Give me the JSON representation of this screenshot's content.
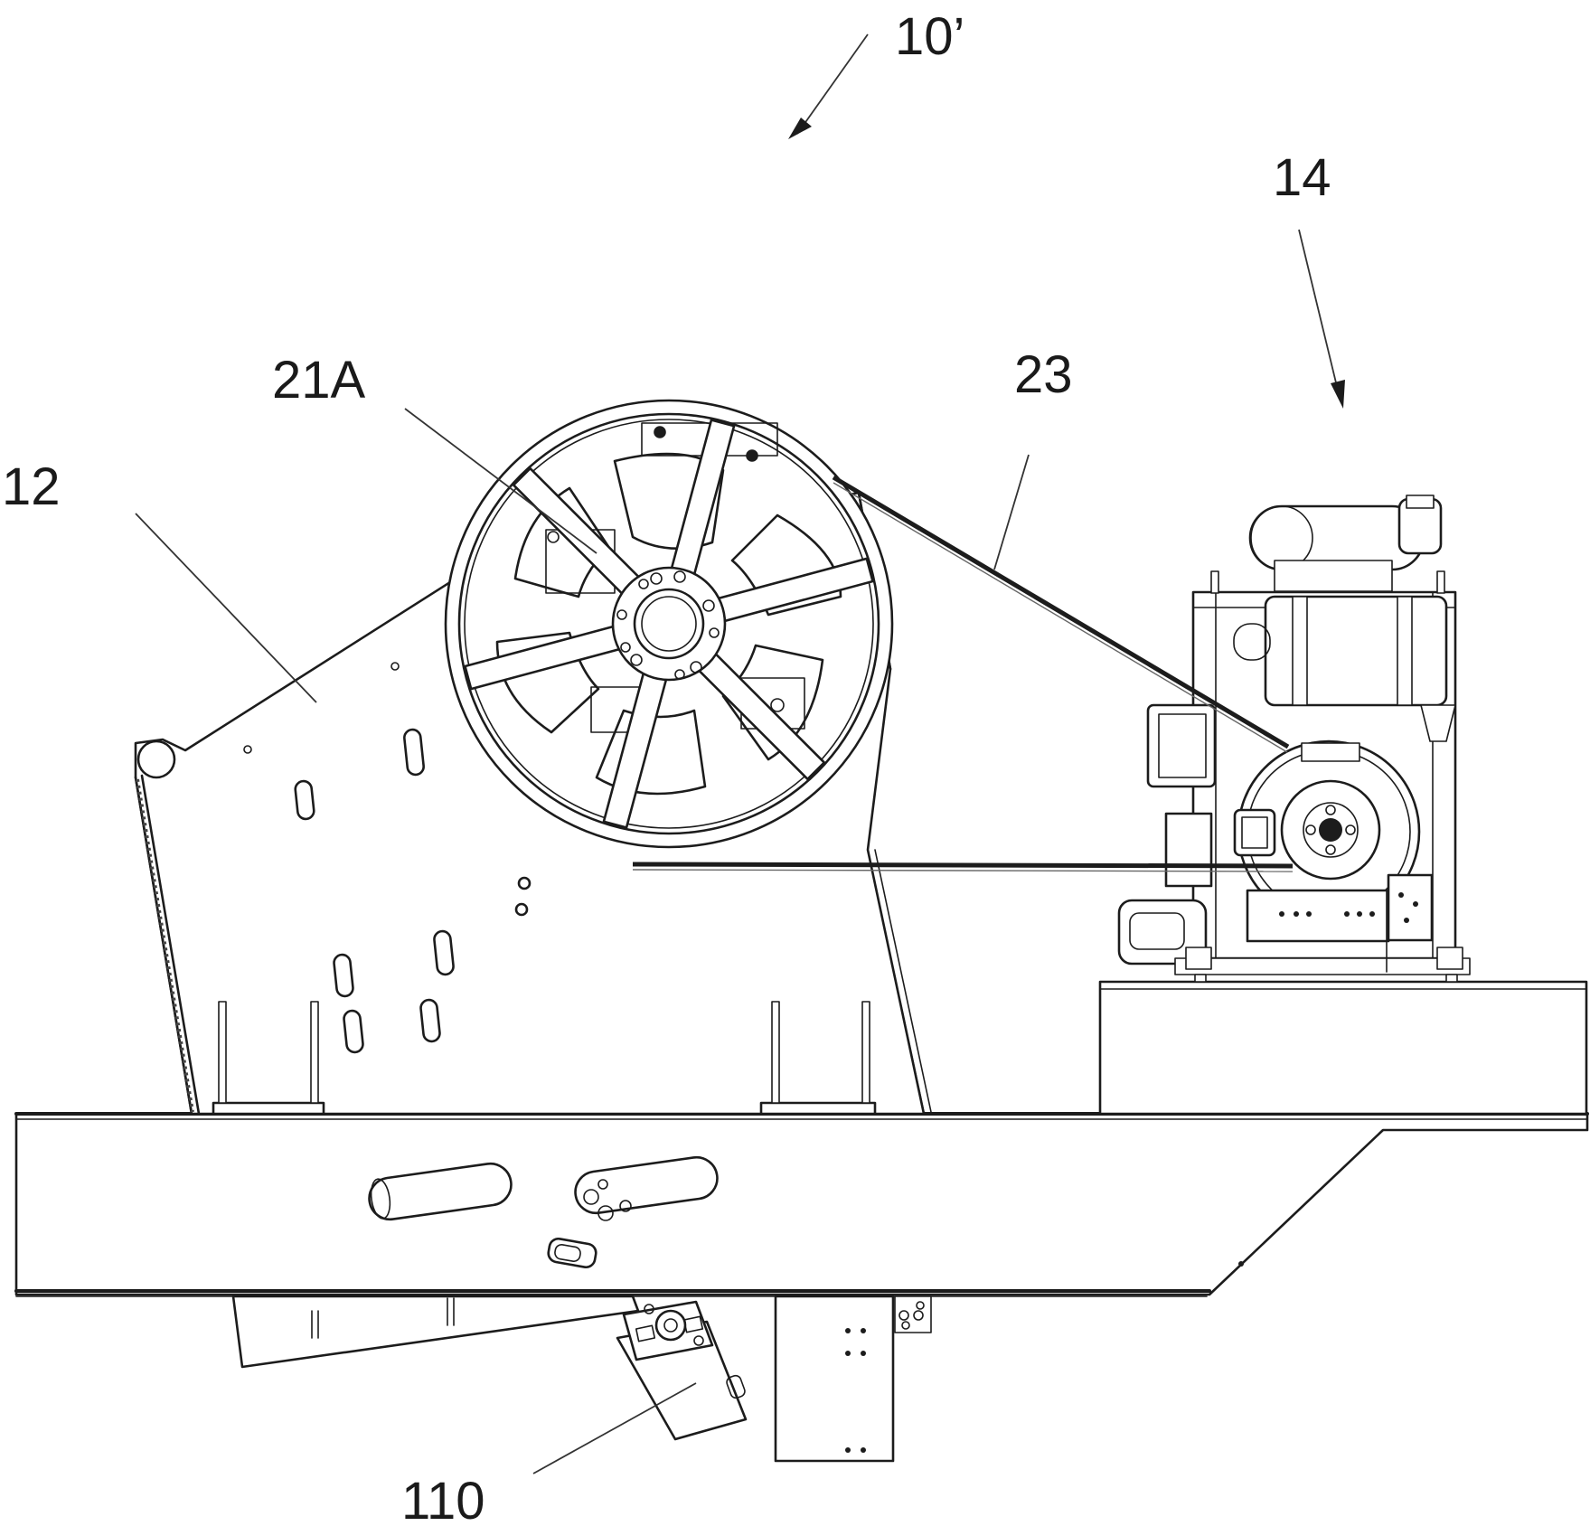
{
  "figure": {
    "reference_labels": {
      "assembly": "10’",
      "crusher": "12",
      "engine": "14",
      "flywheel": "21A",
      "belt": "23",
      "component": "110"
    }
  }
}
